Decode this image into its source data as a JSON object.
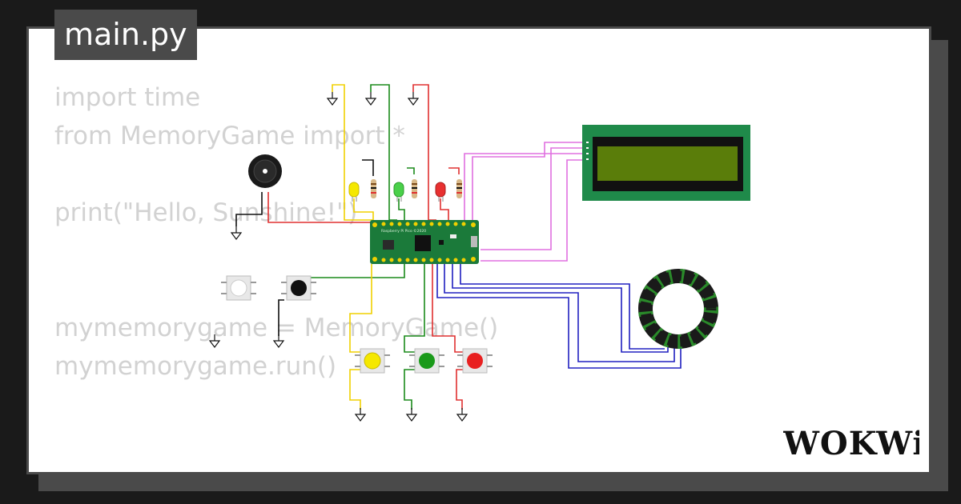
{
  "file_tab": {
    "label": "main.py"
  },
  "code_lines": [
    "import time",
    "from MemoryGame import *",
    "",
    "print(\"Hello, Sunshine!\")",
    "",
    "",
    "mymemorygame = MemoryGame()",
    "mymemorygame.run()"
  ],
  "board": {
    "label": "Raspberry Pi Pico ©2020"
  },
  "logo": {
    "text": "WOKWi"
  },
  "colors": {
    "background": "#1a1a1a",
    "tab": "#4a4a4a",
    "code_text": "#d2d2d2",
    "pico_green": "#1b7a3a",
    "lcd_screen": "#5a7d0a",
    "wire_red": "#e03030",
    "wire_yellow": "#f0d000",
    "wire_green": "#1a8a1a",
    "wire_blue": "#2020c0",
    "wire_pink": "#e070e0",
    "wire_black": "#111111"
  },
  "components": {
    "buzzer": "buzzer-icon",
    "lcd": "lcd-icon",
    "neopixel_ring": "ring-icon",
    "leds": [
      "yellow",
      "green",
      "red"
    ],
    "buttons": [
      "white",
      "black",
      "yellow",
      "green",
      "red"
    ]
  }
}
